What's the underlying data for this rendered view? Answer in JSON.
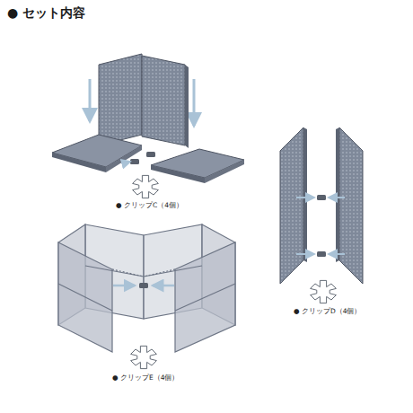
{
  "diagram": {
    "title": "● セット内容",
    "labels": [
      "● クリップC（4個）",
      "● クリップD（4個）",
      "● クリップE（4個）"
    ]
  }
}
